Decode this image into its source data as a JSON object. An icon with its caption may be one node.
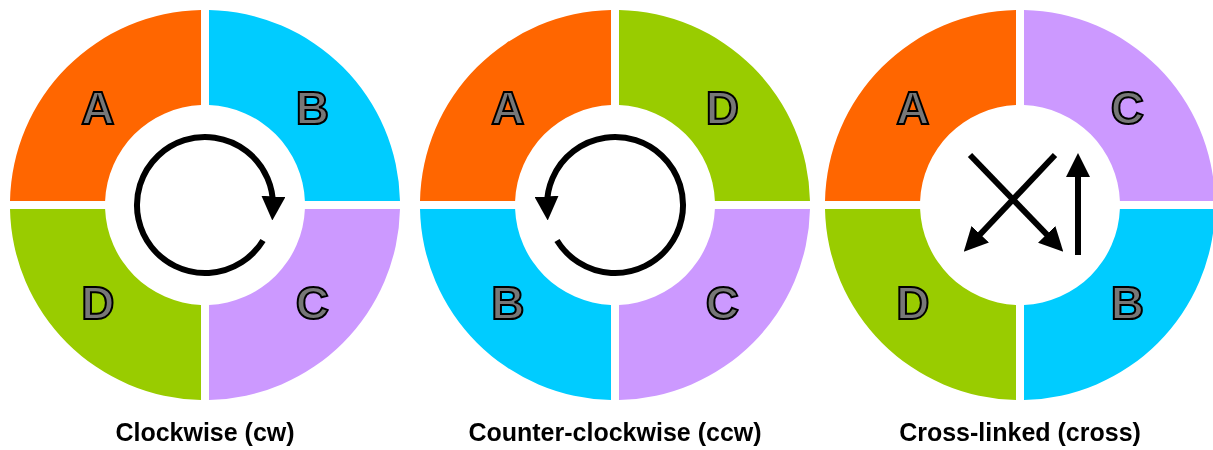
{
  "diagram": {
    "nodes": [
      {
        "text": [
          "A"
        ]
      },
      {
        "text": [
          "B"
        ]
      },
      {
        "text": [
          "D"
        ]
      },
      {
        "text": [
          "C"
        ]
      },
      {
        "text": [
          "A"
        ]
      },
      {
        "text": [
          "D"
        ]
      },
      {
        "text": [
          "B"
        ]
      },
      {
        "text": [
          "C"
        ]
      },
      {
        "text": [
          "A"
        ]
      },
      {
        "text": [
          "C"
        ]
      },
      {
        "text": [
          "D"
        ]
      },
      {
        "text": [
          "B"
        ]
      }
    ],
    "edges": [],
    "labels": [
      "Clockwise (cw)",
      "Counter-clockwise (ccw)",
      "Cross-linked (cross)"
    ]
  }
}
